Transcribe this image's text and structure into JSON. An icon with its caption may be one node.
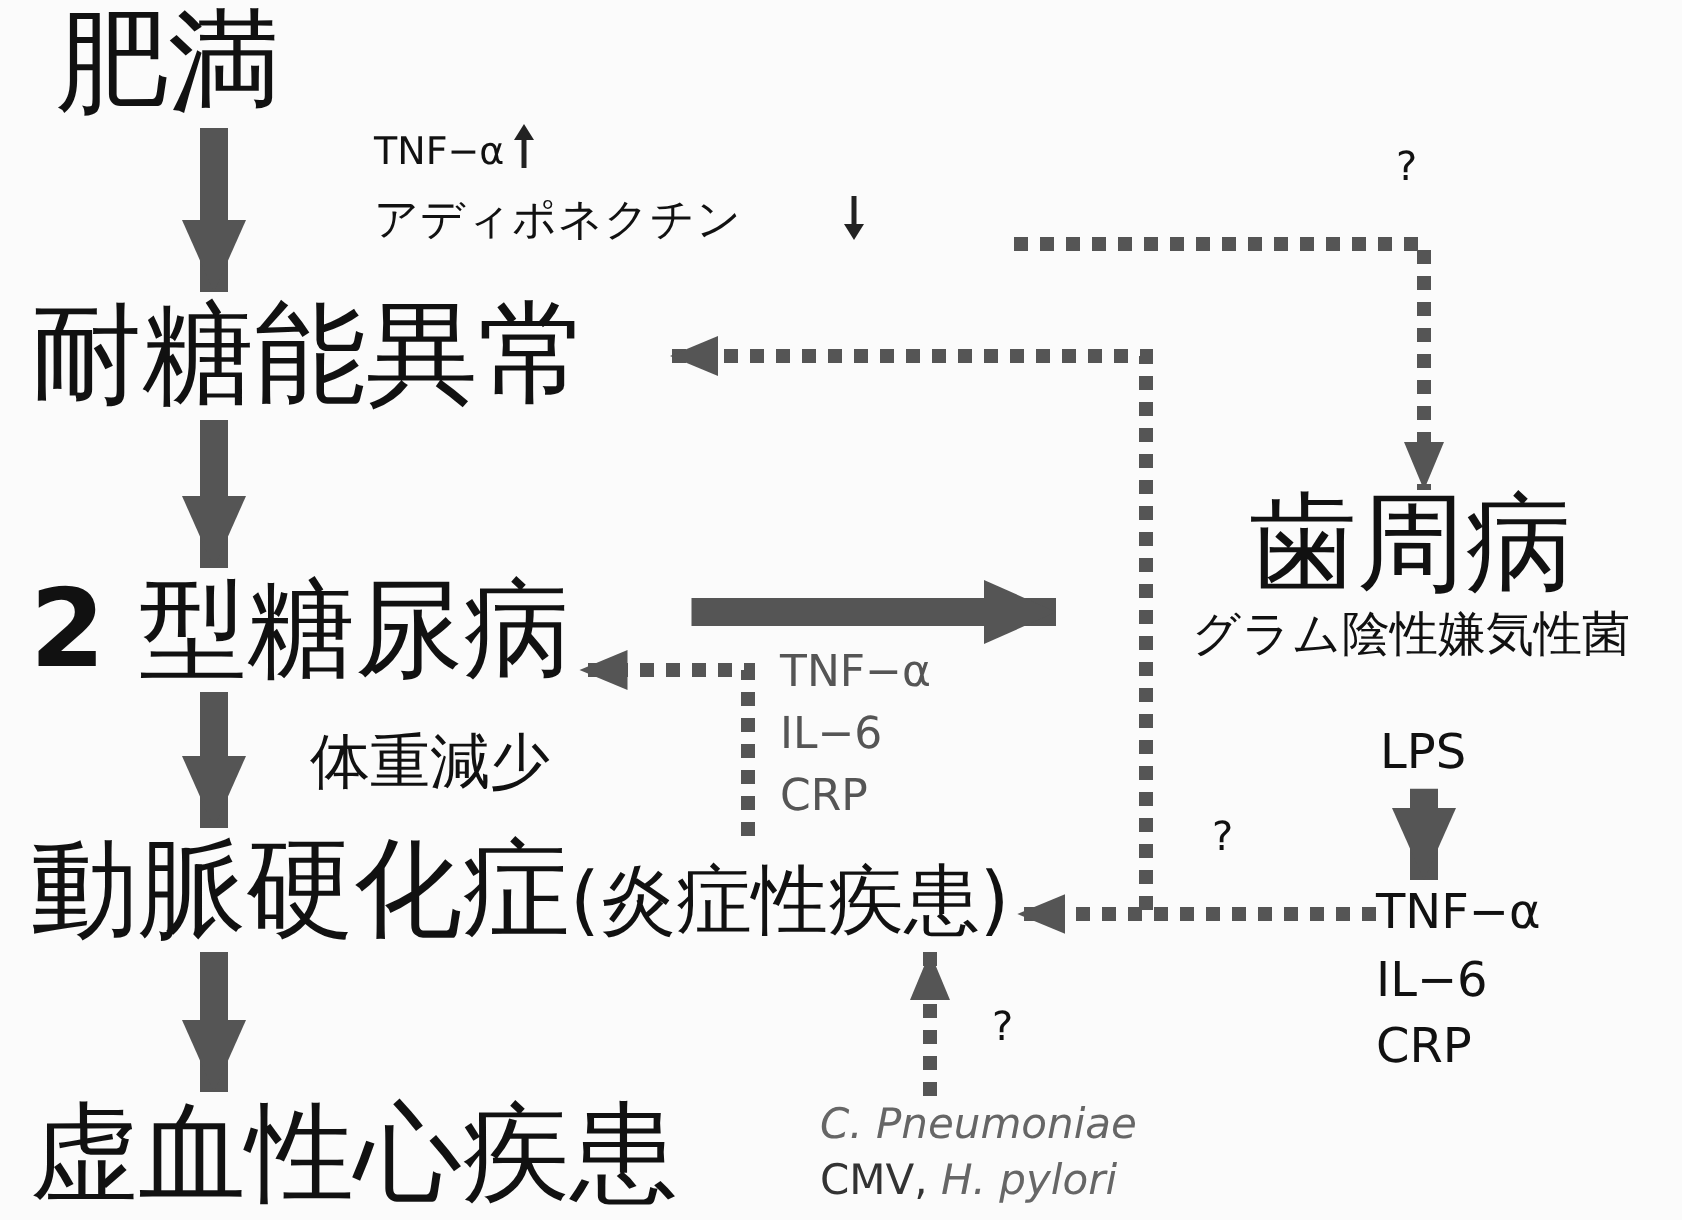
{
  "diagram": {
    "nodes": [
      {
        "text": [
          "肥満"
        ]
      },
      {
        "text": [
          "耐糖能異常"
        ]
      },
      {
        "text": [
          "**2** 型糖尿病"
        ]
      },
      {
        "text": [
          "動脈硬化症",
          "(炎症性疾患)"
        ]
      },
      {
        "text": [
          "虚血性心疾患"
        ]
      },
      {
        "text": [
          "歯周病",
          "グラム陰性嫌気性菌"
        ]
      },
      {
        "text": [
          "LPS"
        ]
      },
      {
        "text": [
          "TNF−α IL−6 CRP"
        ]
      },
      {
        "text": [
          "*C. Pneumoniae* CMV, *H. pylori*"
        ]
      }
    ],
    "edges": [
      {
        "from": 0,
        "to": 1,
        "arrow": "to"
      },
      {
        "from": 1,
        "to": 2,
        "arrow": "to"
      },
      {
        "from": 2,
        "to": 3,
        "arrow": "to",
        "label": "体重減少"
      },
      {
        "from": 3,
        "to": 4,
        "arrow": "to"
      },
      {
        "from": 2,
        "to": 5,
        "arrow": "to"
      },
      {
        "from": null,
        "to": 5,
        "arrow": "to",
        "style": "dashed",
        "label": "?"
      },
      {
        "from": 7,
        "to": 1,
        "arrow": "to",
        "style": "dashed"
      },
      {
        "from": 7,
        "to": 3,
        "arrow": "to",
        "style": "dashed",
        "label": "?"
      },
      {
        "from": 3,
        "to": 2,
        "arrow": "to",
        "style": "dashed",
        "label": "TNF−α IL−6 CRP"
      },
      {
        "from": 8,
        "to": 3,
        "arrow": "to",
        "style": "dashed",
        "label": "?"
      },
      {
        "from": 6,
        "to": 7,
        "arrow": "to"
      }
    ],
    "labels": [
      "TNF−α",
      "アディポネクチン"
    ]
  }
}
